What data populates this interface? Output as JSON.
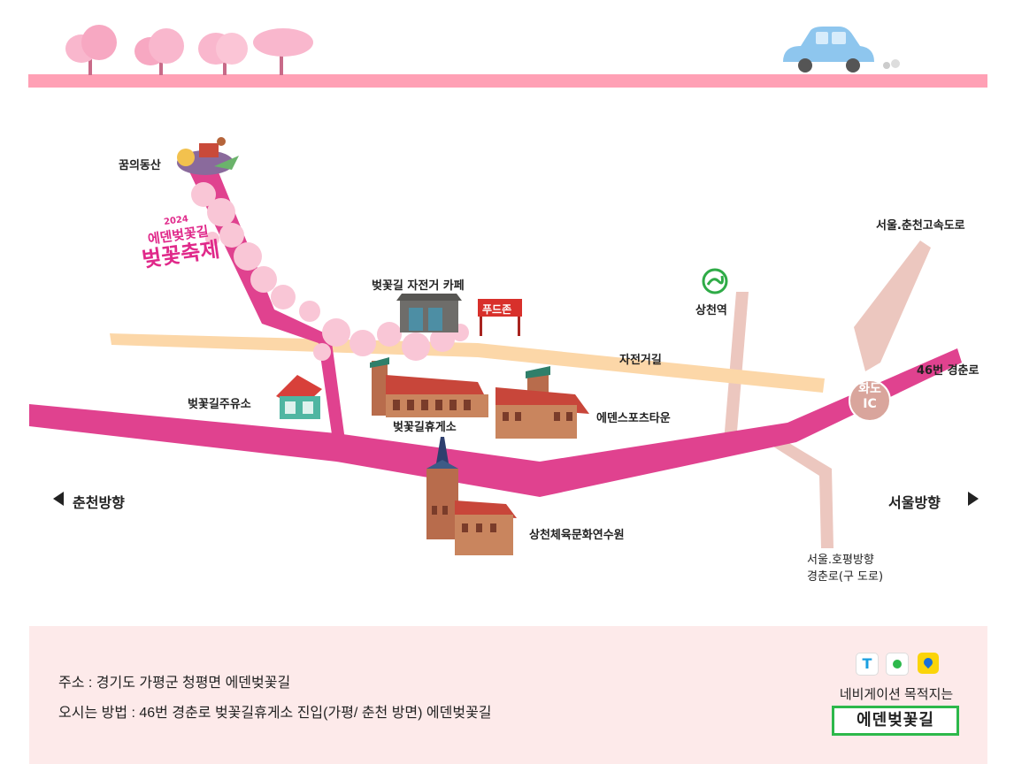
{
  "banner": {
    "colors": {
      "pink_bar": "#ffa0b5",
      "tree": "#f9b7cd",
      "car": "#8ec6ee"
    }
  },
  "map": {
    "colors": {
      "highway": "#e0428f",
      "bike_road": "#fcd7a8",
      "side_road": "#ecc7bf",
      "station": "#2fab47"
    },
    "places": {
      "dream_hill": "꿈의동산",
      "bike_cafe": "벚꽃길 자전거 카페",
      "food_zone": "푸드존",
      "sangcheon_station": "상천역",
      "seoul_chuncheon_expressway": "서울.춘천고속도로",
      "bike_road": "자전거길",
      "hwado_ic": "화도\nIC",
      "route46": "46번 경춘로",
      "gas_station": "벚꽃길주유소",
      "rest_area": "벚꽃길휴게소",
      "sports_town": "에덴스포츠타운",
      "sports_park": "상천체육문화연수원",
      "to_chuncheon": "춘천방향",
      "to_seoul": "서울방향",
      "seoul_hopyeong_1": "서울.호평방향",
      "seoul_hopyeong_2": "경춘로(구 도로)"
    },
    "festival": {
      "year": "2024",
      "line1": "에덴벚꽃길",
      "line2": "벚꽃축제"
    }
  },
  "info": {
    "address": "주소 : 경기도 가평군 청평면 에덴벚꽃길",
    "directions": "오시는 방법 : 46번 경춘로 벚꽃길휴게소 진입(가평/ 춘천 방면) 에덴벚꽃길",
    "nav_text": "네비게이션 목적지는",
    "nav_destination": "에덴벚꽃길",
    "nav_apps": [
      "tmap-icon",
      "naver-map-icon",
      "kakao-map-icon"
    ]
  }
}
